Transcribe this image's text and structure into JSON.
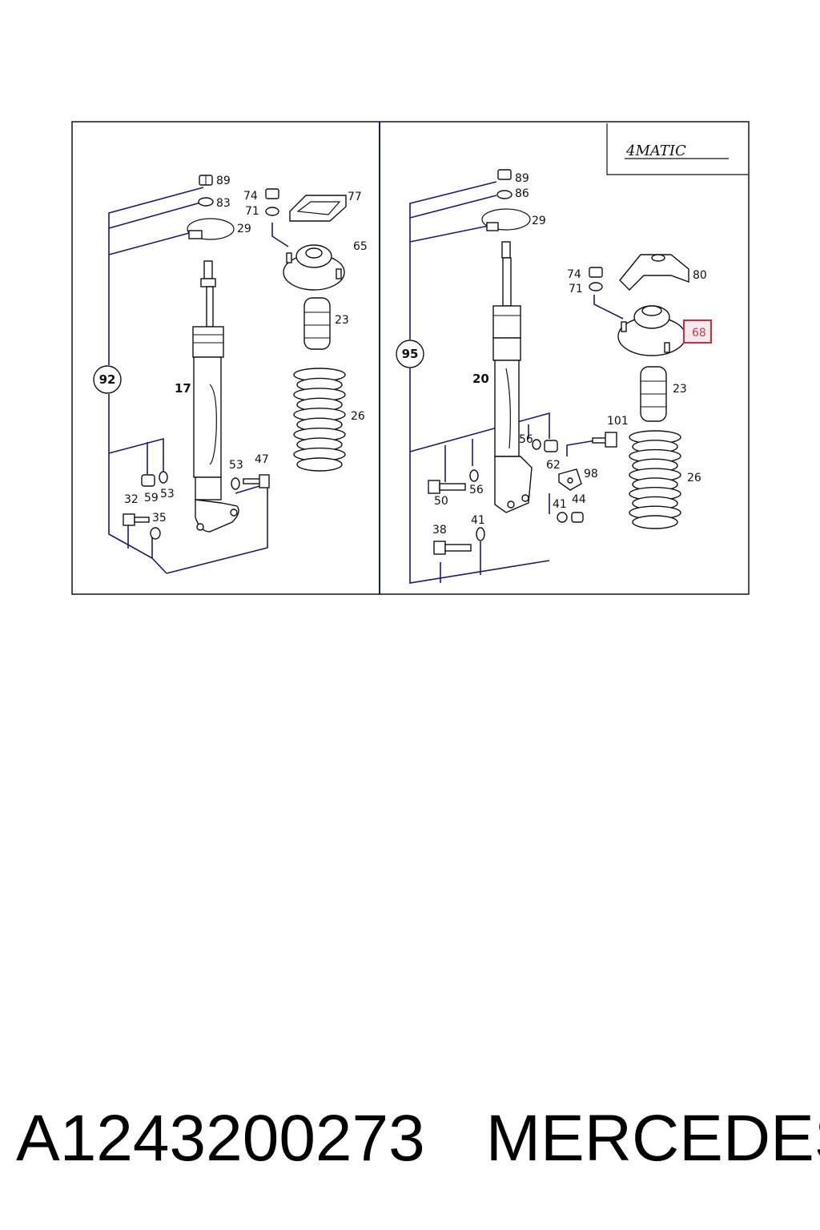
{
  "badge": "4MATIC",
  "left_panel": {
    "group_number": "92",
    "labels": {
      "p89": "89",
      "p83": "83",
      "p29": "29",
      "p74": "74",
      "p71": "71",
      "p77": "77",
      "p65": "65",
      "p23": "23",
      "p26": "26",
      "p17": "17",
      "p53a": "53",
      "p47": "47",
      "p53b": "53",
      "p59": "59",
      "p32": "32",
      "p35": "35"
    }
  },
  "right_panel": {
    "group_number": "95",
    "labels": {
      "p89": "89",
      "p86": "86",
      "p29": "29",
      "p74": "74",
      "p71": "71",
      "p80": "80",
      "p68": "68",
      "p23": "23",
      "p20": "20",
      "p56a": "56",
      "p62": "62",
      "p101": "101",
      "p98": "98",
      "p26": "26",
      "p50": "50",
      "p56b": "56",
      "p41a": "41",
      "p44": "44",
      "p38": "38",
      "p41b": "41"
    }
  },
  "highlight_label": "68",
  "footer": {
    "part_number": "A1243200273",
    "brand": "MERCEDES"
  }
}
